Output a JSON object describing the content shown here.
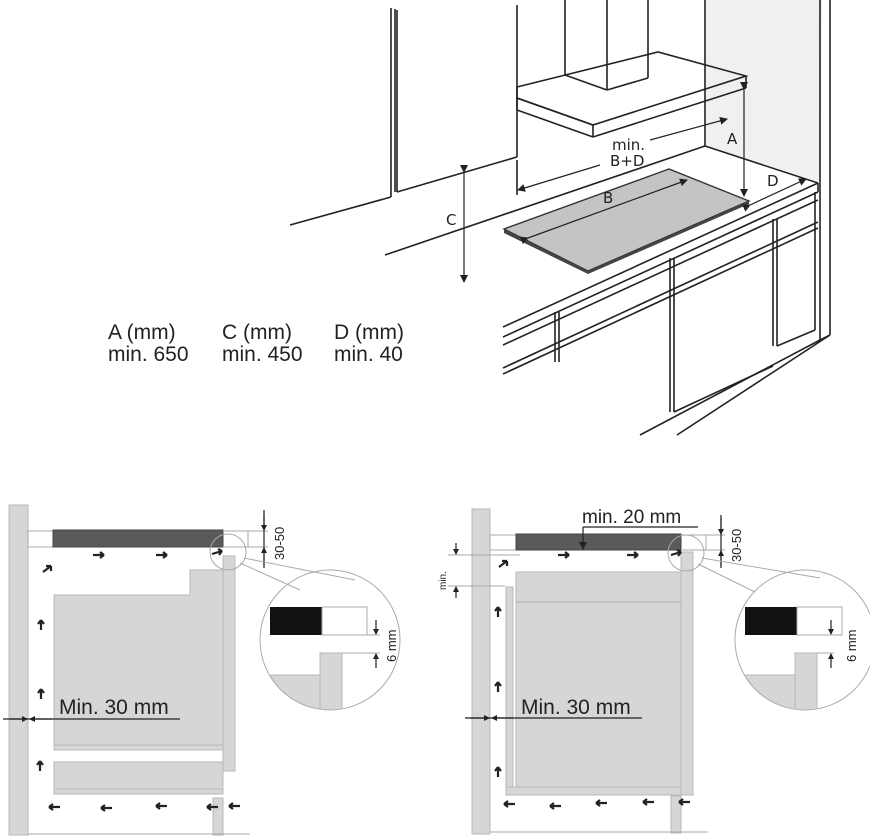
{
  "top_diagram": {
    "labels": {
      "a": "A",
      "b": "B",
      "c": "C",
      "d": "D",
      "min_bd_line1": "min.",
      "min_bd_line2": "B+D"
    },
    "legend": [
      {
        "header": "A (mm)",
        "value": "min. 650"
      },
      {
        "header": "C (mm)",
        "value": "min. 450"
      },
      {
        "header": "D (mm)",
        "value": "min. 40"
      }
    ]
  },
  "bottom_left_diagram": {
    "gap_label": "30-50",
    "side_clearance": "Min. 30 mm",
    "detail_gap": "6 mm"
  },
  "bottom_right_diagram": {
    "top_clearance": "min. 20 mm",
    "gap_label": "30-50",
    "min_label": "min.",
    "side_clearance": "Min. 30 mm",
    "detail_gap": "6 mm"
  },
  "colors": {
    "line": "#222222",
    "panel_gray": "#d6d6d6",
    "hob_dark": "#5a5a5a",
    "hob_top": "#c4c4c4",
    "detail_black": "#111111"
  }
}
